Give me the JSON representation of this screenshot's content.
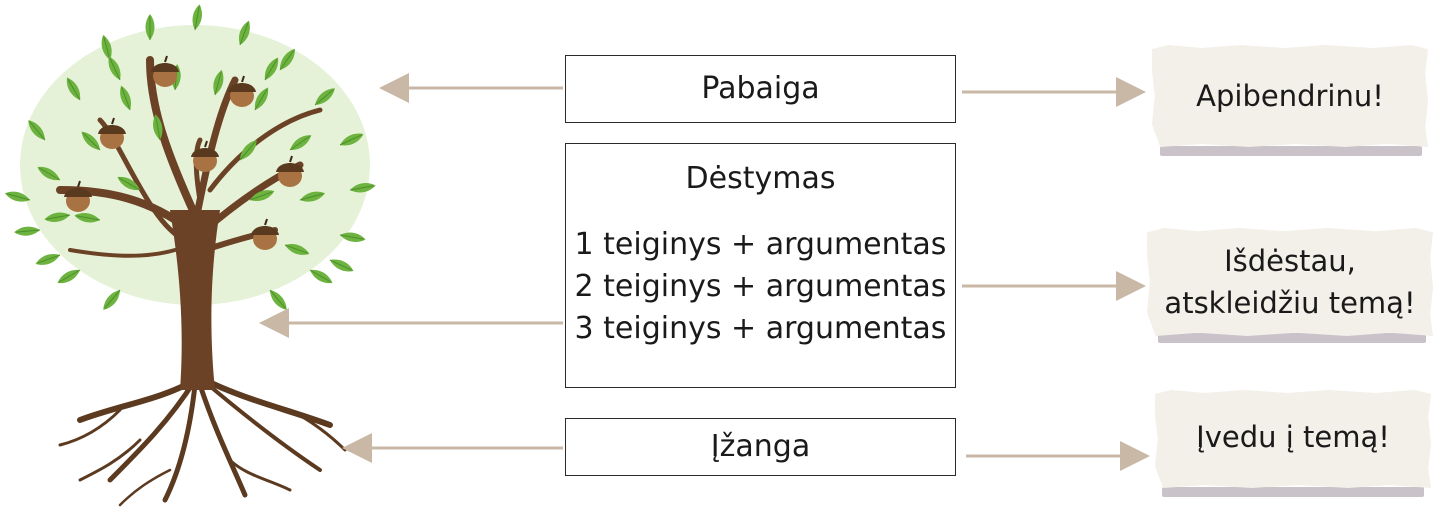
{
  "structure": {
    "end": {
      "label": "Pabaiga",
      "note": "Apibendrinu!"
    },
    "body": {
      "label": "Dėstymas",
      "lines": [
        "1 teiginys + argumentas",
        "2 teiginys + argumentas",
        "3 teiginys + argumentas"
      ],
      "note_lines": [
        "Išdėstau,",
        "atskleidžiu temą!"
      ]
    },
    "intro": {
      "label": "Įžanga",
      "note": "Įvedu į temą!"
    }
  },
  "colors": {
    "arrow": "#c9b8a6",
    "leaf": "#6cb33f",
    "trunk": "#6b4226",
    "acorn": "#9a6b3a",
    "paper": "#f3efe9"
  },
  "icons": {
    "tree": "oak-tree-with-roots-icon"
  }
}
